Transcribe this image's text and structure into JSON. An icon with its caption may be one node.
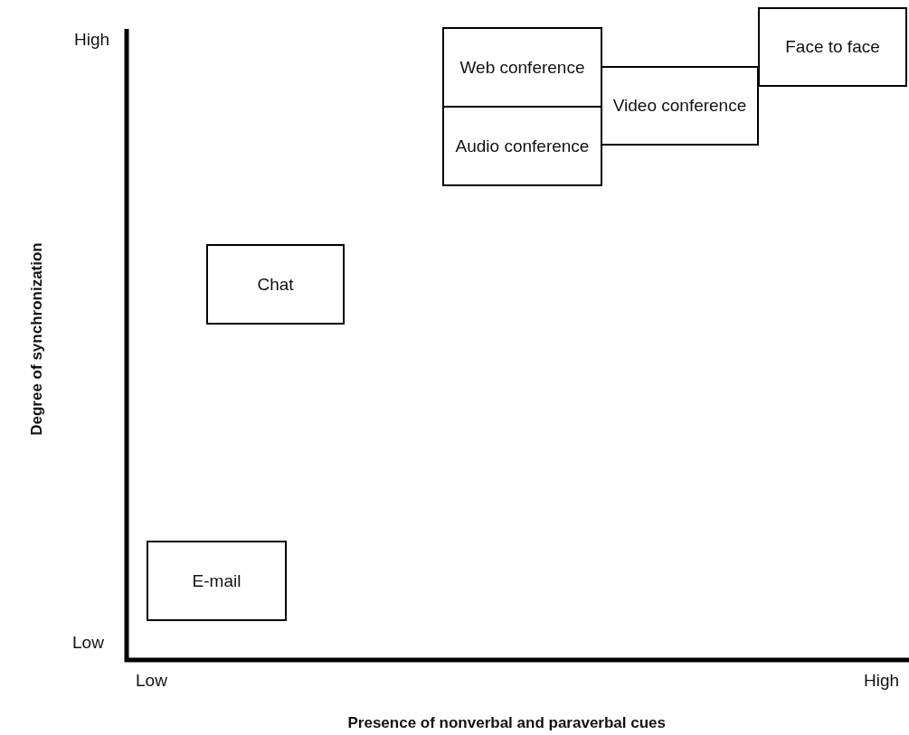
{
  "diagram": {
    "nodes": [
      {
        "text": [
          "Face to face"
        ]
      },
      {
        "text": [
          "Web conference"
        ]
      },
      {
        "text": [
          "Video conference"
        ]
      },
      {
        "text": [
          "Audio conference"
        ]
      },
      {
        "text": [
          "Chat"
        ]
      },
      {
        "text": [
          "E-mail"
        ]
      }
    ],
    "labels": [
      "High",
      "Degree of synchronization",
      "Low",
      "Low",
      "High",
      "Presence of nonverbal and paraverbal cues"
    ]
  }
}
